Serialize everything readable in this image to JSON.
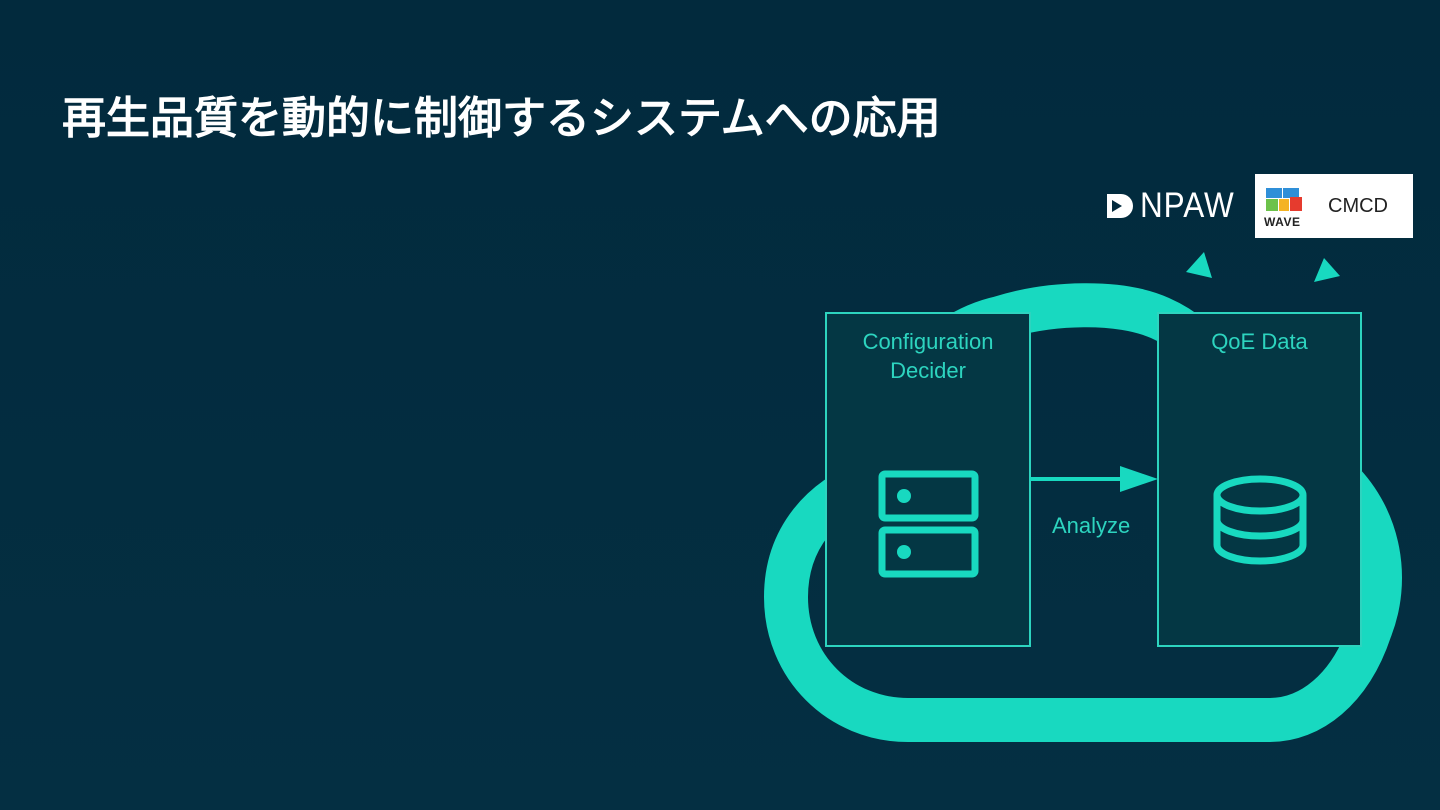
{
  "slide": {
    "title": "再生品質を動的に制御するシステムへの応用"
  },
  "logos": {
    "npaw": "NPAW",
    "wave": "WAVE",
    "cmcd": "CMCD"
  },
  "diagram": {
    "left_box": {
      "label_line1": "Configuration",
      "label_line2": "Decider",
      "icon": "server-icon"
    },
    "right_box": {
      "label": "QoE Data",
      "icon": "database-icon"
    },
    "arrow_label": "Analyze"
  },
  "colors": {
    "background": "#022a3d",
    "accent": "#18d9c0",
    "box_fill": "#043744",
    "box_stroke": "#2dd4bf",
    "title": "#ffffff"
  }
}
